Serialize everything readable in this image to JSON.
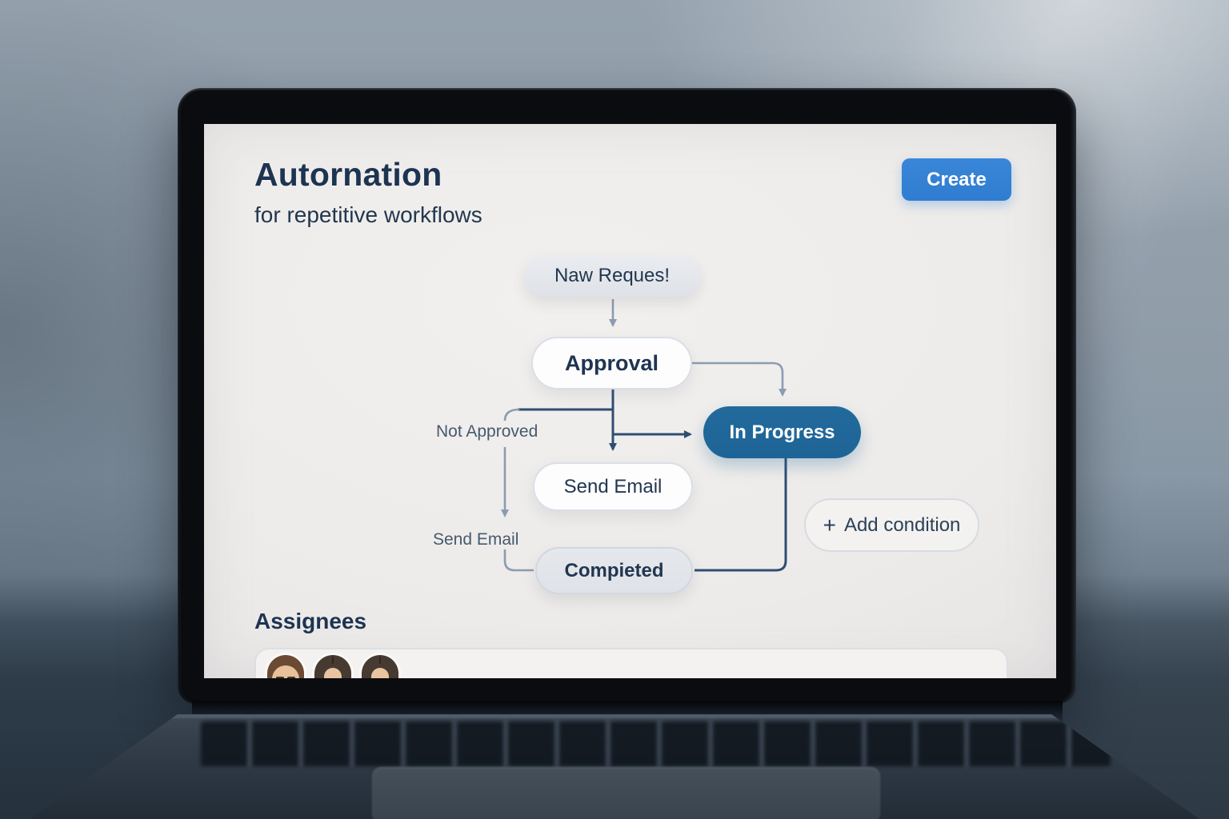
{
  "page": {
    "title": "Autornation",
    "subtitle": "for repetitive workflows"
  },
  "toolbar": {
    "create_label": "Create"
  },
  "flowchart": {
    "nodes": [
      {
        "id": "new-request",
        "label": "Naw Reques!"
      },
      {
        "id": "approval",
        "label": "Approval"
      },
      {
        "id": "in-progress",
        "label": "In Progress"
      },
      {
        "id": "send-email",
        "label": "Send Email"
      },
      {
        "id": "completed",
        "label": "Compieted"
      }
    ],
    "edge_labels": [
      {
        "id": "not-approved",
        "label": "Not Approved"
      },
      {
        "id": "send-email-edge",
        "label": "Send Email"
      }
    ],
    "actions": {
      "add_condition_icon": "+",
      "add_condition_label": "Add condition"
    }
  },
  "sections": {
    "assignees_title": "Assignees"
  },
  "assignees": {
    "avatars": [
      {
        "icon": "man-short-brown-hair-avatar"
      },
      {
        "icon": "woman-long-dark-hair-avatar"
      },
      {
        "icon": "woman-long-dark-hair-avatar"
      }
    ]
  },
  "colors": {
    "accent-blue": "#2f7dd0",
    "node-blue": "#1e6496",
    "ink": "#1d3451",
    "connector-dark": "#2f4e73",
    "connector-light": "#8b9cb1"
  }
}
